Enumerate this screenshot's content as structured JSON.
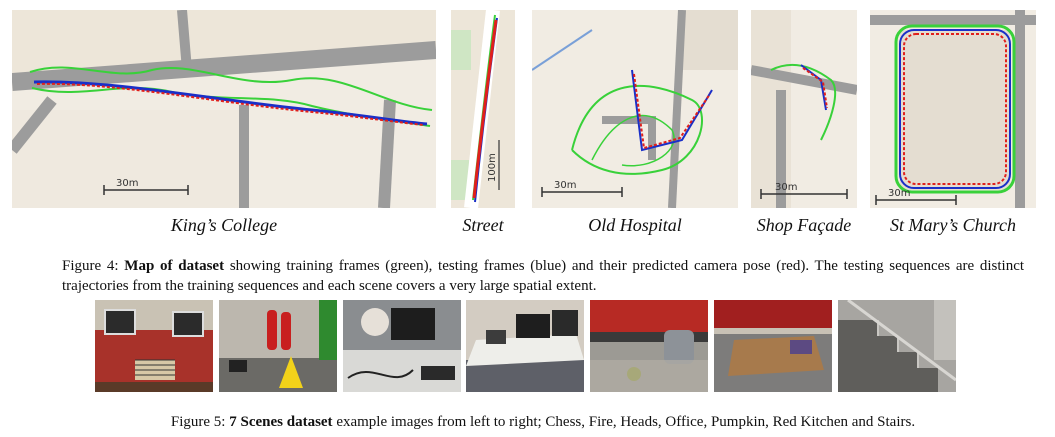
{
  "figure4": {
    "panels": [
      {
        "label": "King’s College",
        "scale_label": "30m"
      },
      {
        "label": "Street",
        "scale_label": "100m"
      },
      {
        "label": "Old Hospital",
        "scale_label": "30m"
      },
      {
        "label": "Shop Façade",
        "scale_label": "30m"
      },
      {
        "label": "St Mary’s Church",
        "scale_label": "30m"
      }
    ],
    "caption_prefix": "Figure 4:",
    "caption_bold": "Map of dataset",
    "caption_rest": "showing training frames (green), testing frames (blue) and their predicted camera pose (red). The testing sequences are distinct trajectories from the training sequences and each scene covers a very large spatial extent.",
    "legend_colors": {
      "training": "#39d13a",
      "testing": "#1a2fc8",
      "predicted": "#e0201c"
    }
  },
  "figure5": {
    "caption_prefix": "Figure 5:",
    "caption_bold": "7 Scenes dataset",
    "caption_rest": "example images from left to right; Chess, Fire, Heads, Office, Pumpkin, Red Kitchen and Stairs."
  }
}
